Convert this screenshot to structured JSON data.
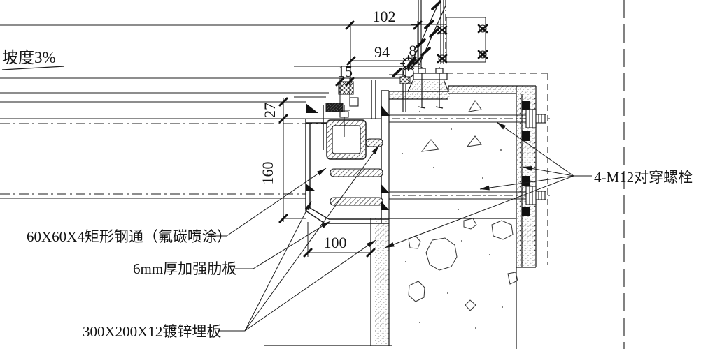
{
  "drawing": {
    "type": "curtain-wall-sill-embed-detail",
    "slope_note": "坡度3%",
    "labels": {
      "steel_tube": "60X60X4矩形钢通（氟碳喷涂）",
      "rib_plate": "6mm厚加强肋板",
      "embed_plate": "300X200X12镀锌埋板",
      "through_bolts": "4-M12对穿螺栓"
    },
    "dimensions": {
      "d102": "102",
      "d94": "94",
      "d8": "8",
      "d15": "15",
      "d27": "27",
      "d160": "160",
      "d100": "100"
    },
    "colors": {
      "line": "#1b1b1b",
      "background": "#ffffff",
      "concrete_dot": "#555555"
    }
  }
}
